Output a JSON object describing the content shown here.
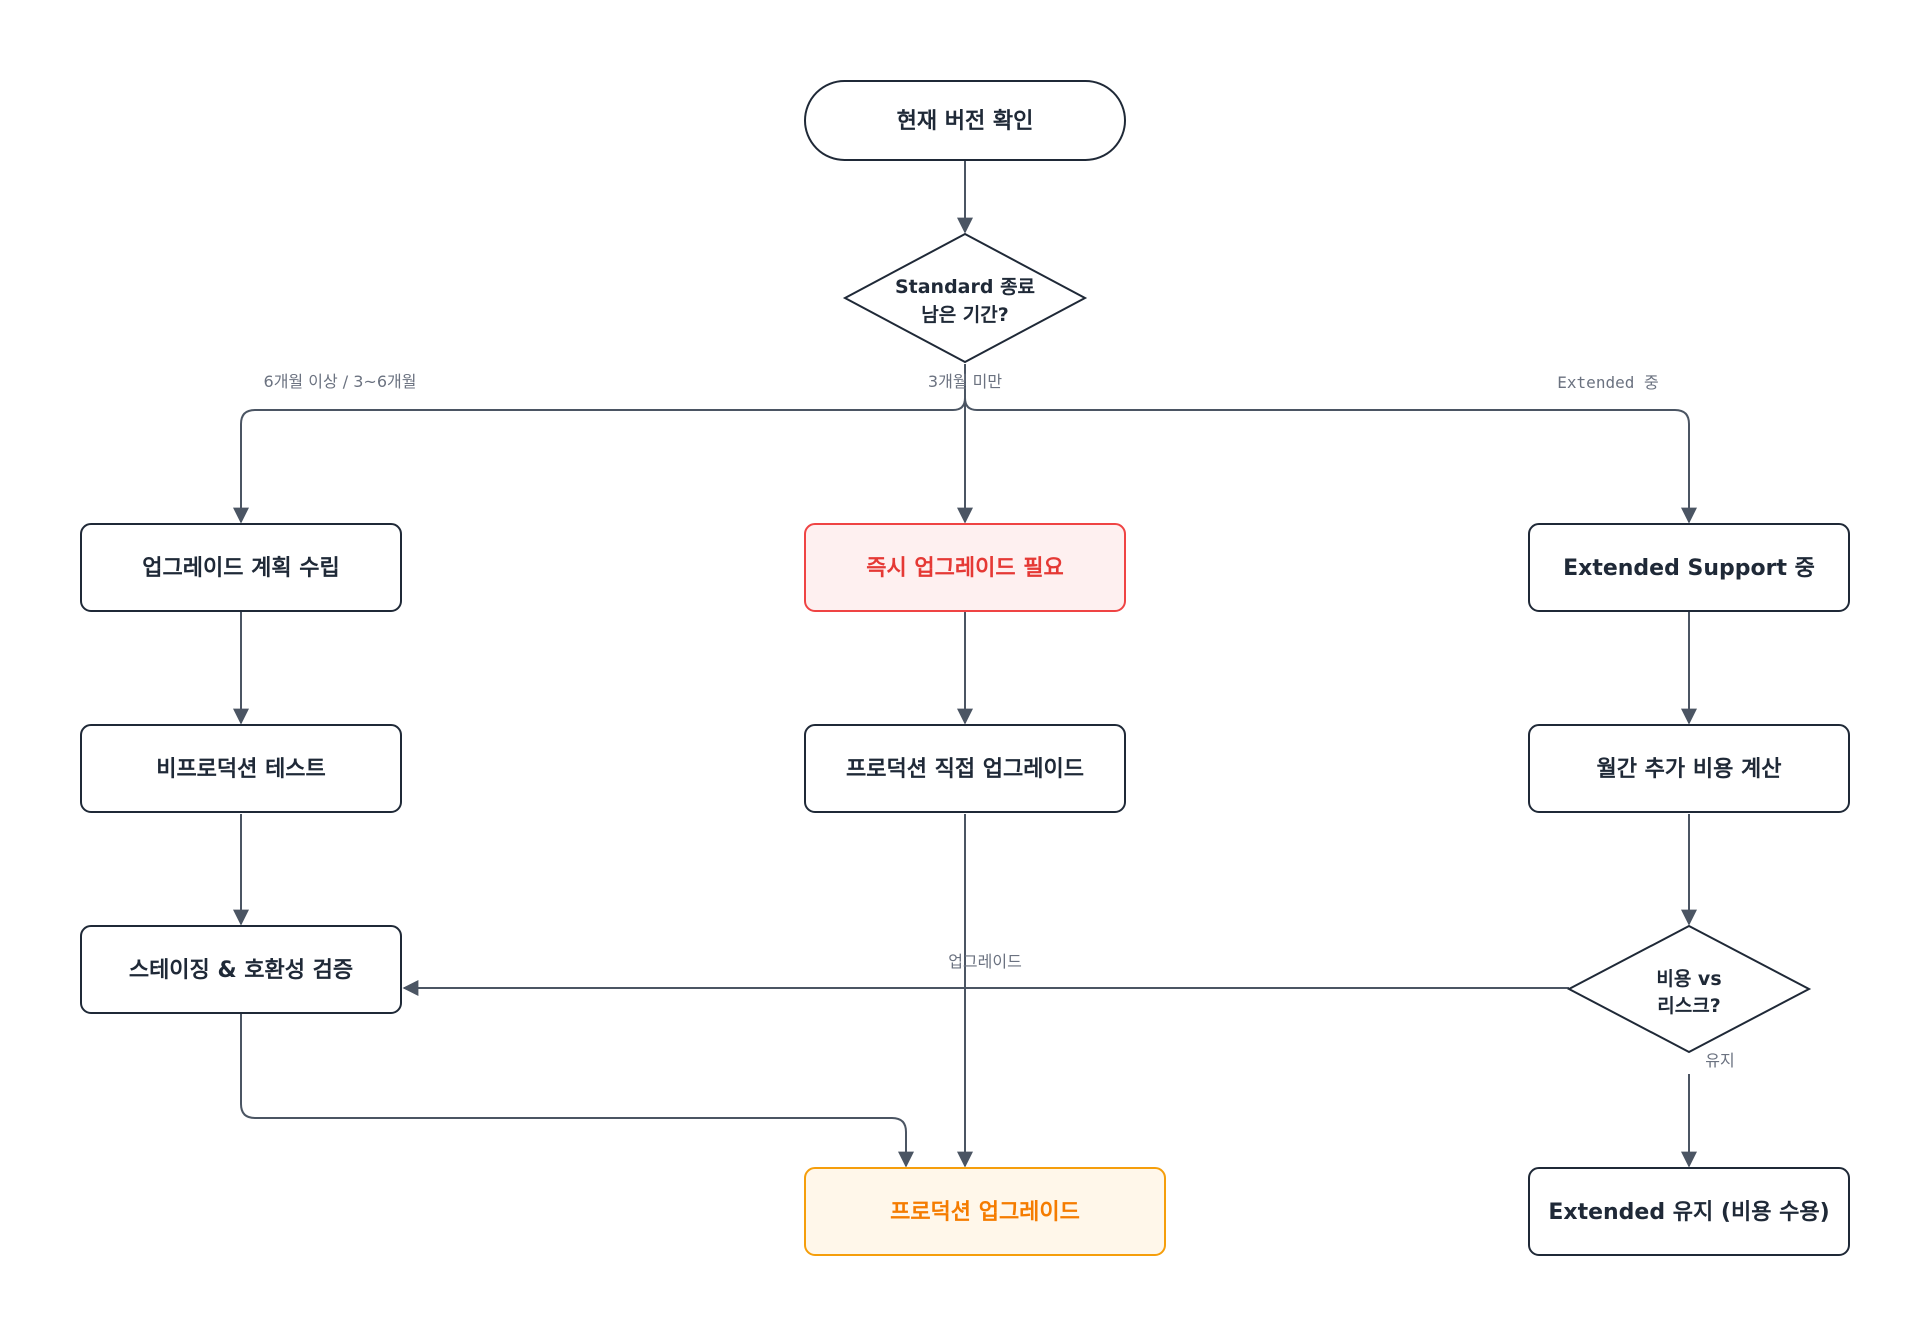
{
  "nodes": {
    "start": "현재 버전 확인",
    "decision1": [
      "Standard 종료",
      "남은 기간?"
    ],
    "plan": "업그레이드 계획 수립",
    "immediate": "즉시 업그레이드 필요",
    "extended": "Extended Support 중",
    "nonprod": "비프로덕션 테스트",
    "prod_direct": "프로덕션 직접 업그레이드",
    "monthly_cost": "월간 추가 비용 계산",
    "staging": "스테이징 & 호환성 검증",
    "decision2": [
      "비용 vs",
      "리스크?"
    ],
    "prod_upgrade": "프로덕션 업그레이드",
    "keep_extended": "Extended 유지 (비용 수용)"
  },
  "edge_labels": {
    "six_months": "6개월 이상 / 3~6개월",
    "under_three": "3개월 미만",
    "extended_ongoing": "Extended 중",
    "upgrade": "업그레이드",
    "keep": "유지"
  },
  "colors": {
    "stroke": "#1f2937",
    "edge": "#4b5563",
    "label": "#6b7280",
    "danger_fill": "#fef0f0",
    "danger_stroke": "#ef4444",
    "danger_text": "#e53935",
    "warn_fill": "#fff7ea",
    "warn_stroke": "#f59e0b",
    "warn_text": "#f57c00"
  }
}
